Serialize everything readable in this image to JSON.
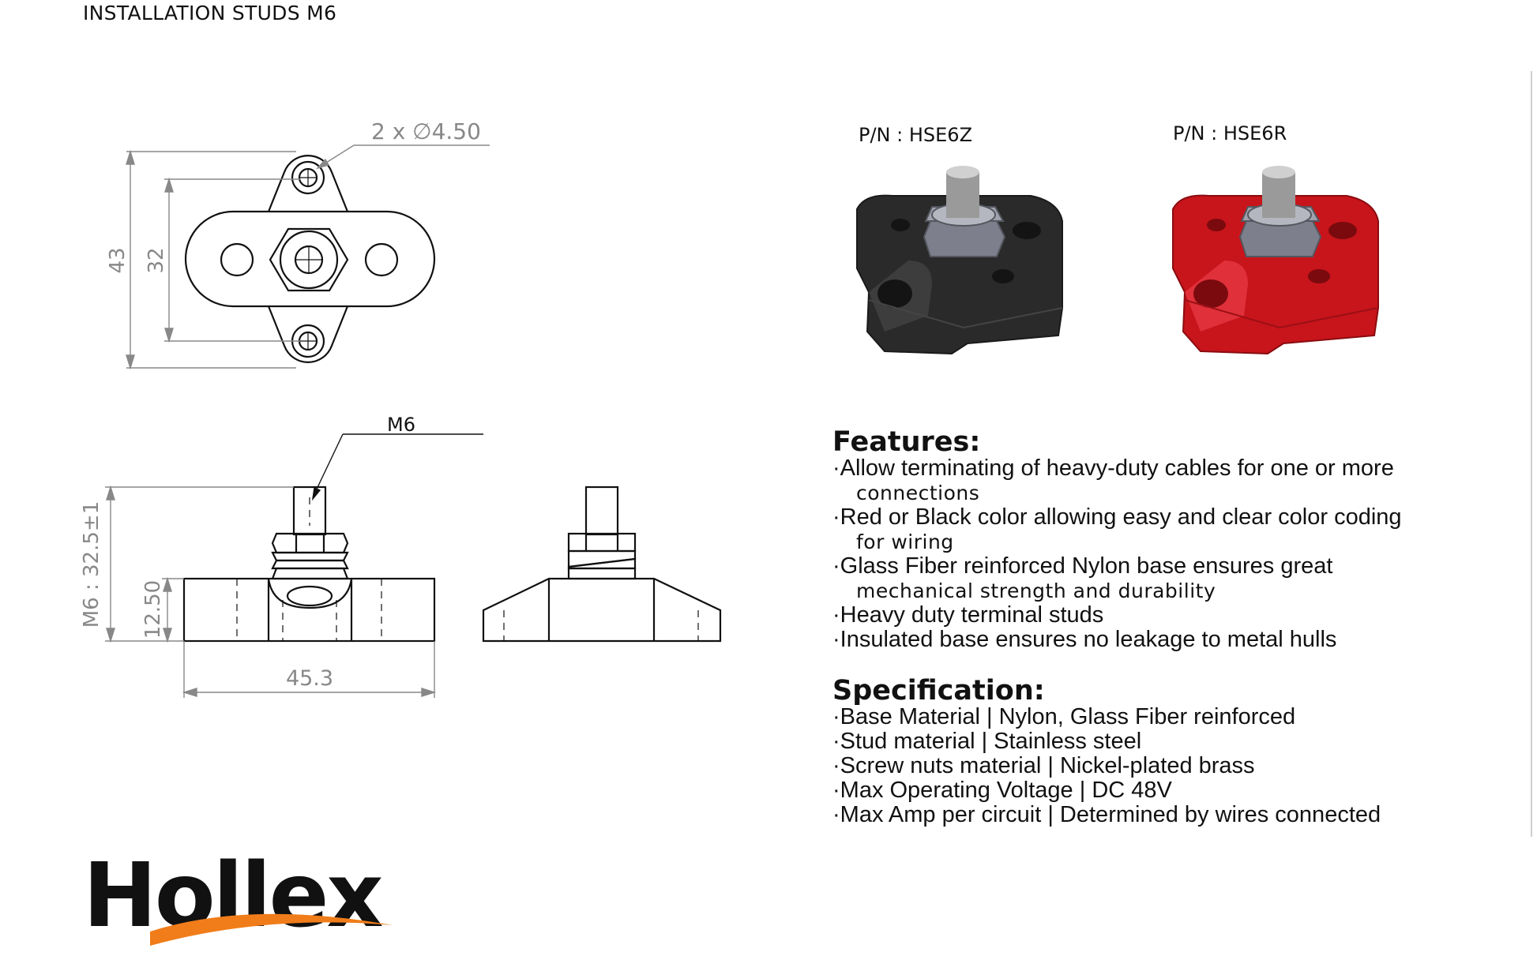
{
  "page_title": "INSTALLATION STUDS M6",
  "dimensions": {
    "hole_callout": "2 x ∅4.50",
    "overall_height": "43",
    "hole_spacing": "32",
    "thread_label": "M6",
    "stud_height": "M6 : 32.5±1",
    "base_height": "12.50",
    "base_width": "45.3"
  },
  "products": [
    {
      "part_number": "P/N : HSE6Z",
      "color_name": "black",
      "body_color": "#2a2a2a"
    },
    {
      "part_number": "P/N : HSE6R",
      "color_name": "red",
      "body_color": "#c8141b"
    }
  ],
  "features": {
    "heading": "Features:",
    "items": [
      {
        "line1": "·Allow terminating of heavy-duty cables for one or more",
        "line2": "connections"
      },
      {
        "line1": "·Red or Black color allowing easy and clear color coding",
        "line2": "for wiring"
      },
      {
        "line1": "·Glass Fiber reinforced Nylon base ensures great",
        "line2": "mechanical strength and durability"
      },
      {
        "line1": "·Heavy duty terminal studs",
        "line2": ""
      },
      {
        "line1": "·Insulated base ensures no leakage to metal hulls",
        "line2": ""
      }
    ]
  },
  "specification": {
    "heading": "Specification:",
    "items": [
      "·Base Material | Nylon, Glass Fiber reinforced",
      "·Stud material | Stainless steel",
      "·Screw nuts material | Nickel-plated brass",
      "·Max Operating Voltage | DC 48V",
      "·Max Amp per circuit | Determined by wires connected"
    ]
  },
  "logo": {
    "text": "Hollex",
    "text_color": "#111111",
    "swoosh_color": "#f07d1a"
  }
}
